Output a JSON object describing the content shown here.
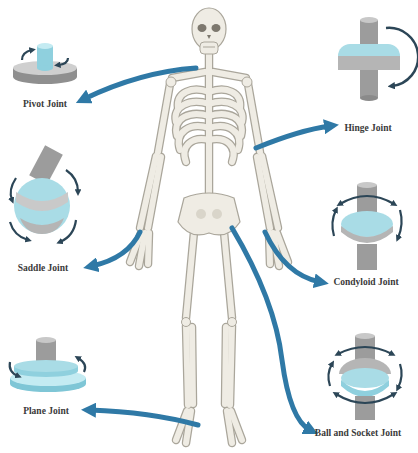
{
  "diagram": {
    "nodes": [
      {
        "text": [
          "Pivot Joint"
        ]
      },
      {
        "text": [
          "Hinge Joint"
        ]
      },
      {
        "text": [
          "Saddle Joint"
        ]
      },
      {
        "text": [
          "Condyloid Joint"
        ]
      },
      {
        "text": [
          "Plane Joint"
        ]
      },
      {
        "text": [
          "Ball and Socket Joint"
        ]
      }
    ]
  }
}
